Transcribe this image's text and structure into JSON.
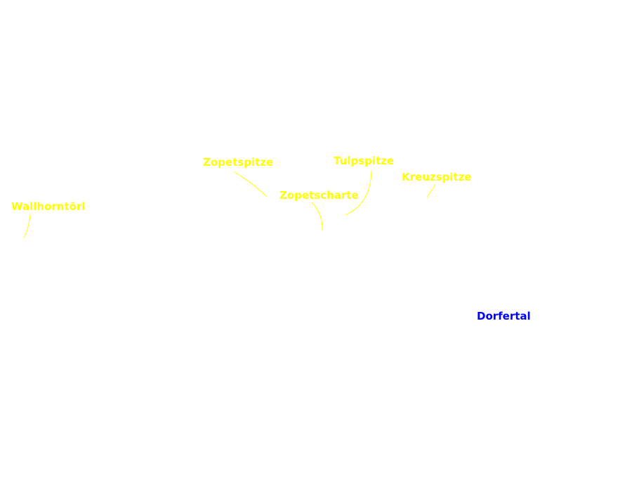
{
  "map": {
    "peak_color": "#ffff00",
    "valley_color": "#0000ff",
    "background_color": "#ffffff",
    "labels": {
      "wallhorntoerl": "Wallhorntörl",
      "zopetspitze": "Zopetspitze",
      "tulpspitze": "Tulpspitze",
      "zopetscharte": "Zopetscharte",
      "kreuzspitze": "Kreuzspitze",
      "dorfertal": "Dorfertal"
    }
  }
}
